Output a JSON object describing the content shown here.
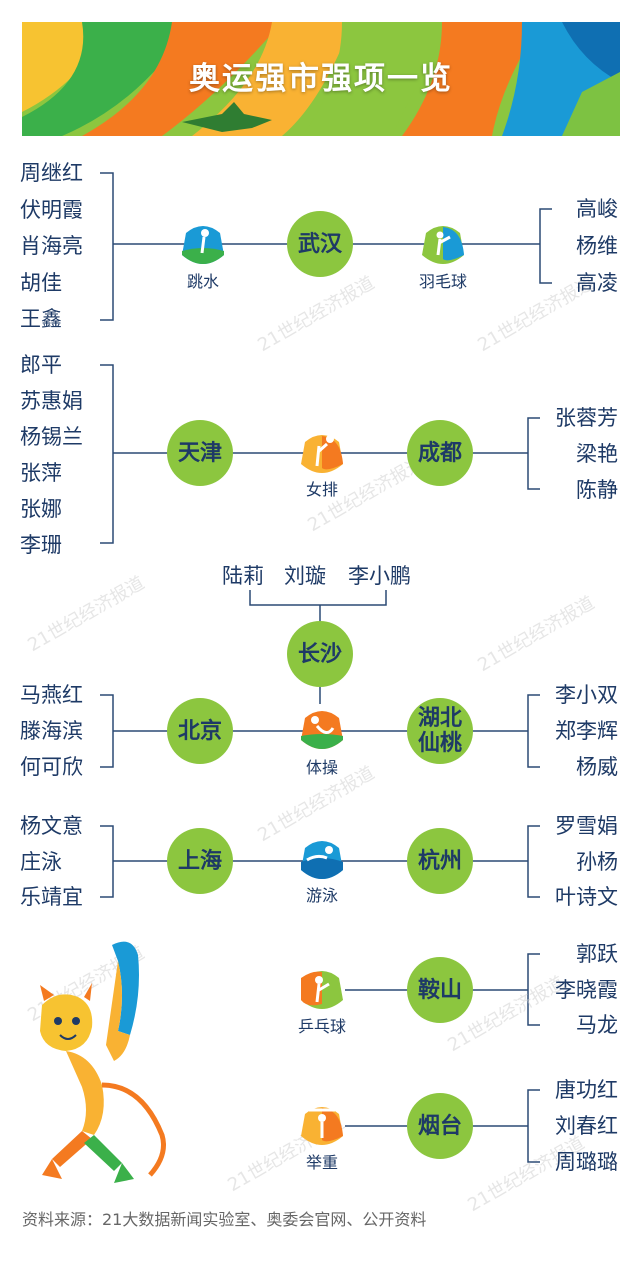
{
  "title": "奥运强市强项一览",
  "watermark": "21世纪经济报道",
  "source": "资料来源：21大数据新闻实验室、奥委会官网、公开资料",
  "groups": {
    "wuhan": {
      "city": "武汉",
      "left": {
        "sport": "跳水",
        "athletes": [
          "周继红",
          "伏明霞",
          "肖海亮",
          "胡佳",
          "王鑫"
        ]
      },
      "right": {
        "sport": "羽毛球",
        "athletes": [
          "高峻",
          "杨维",
          "高凌"
        ]
      }
    },
    "volley": {
      "sport": "女排",
      "left": {
        "city": "天津",
        "athletes": [
          "郎平",
          "苏惠娟",
          "杨锡兰",
          "张萍",
          "张娜",
          "李珊"
        ]
      },
      "right": {
        "city": "成都",
        "athletes": [
          "张蓉芳",
          "梁艳",
          "陈静"
        ]
      }
    },
    "gym": {
      "sport": "体操",
      "top": {
        "city": "长沙",
        "athletes": [
          "陆莉",
          "刘璇",
          "李小鹏"
        ]
      },
      "left": {
        "city": "北京",
        "athletes": [
          "马燕红",
          "滕海滨",
          "何可欣"
        ]
      },
      "right": {
        "city": "湖北\n仙桃",
        "athletes": [
          "李小双",
          "郑李辉",
          "杨威"
        ]
      }
    },
    "swim": {
      "sport": "游泳",
      "left": {
        "city": "上海",
        "athletes": [
          "杨文意",
          "庄泳",
          "乐靖宜"
        ]
      },
      "right": {
        "city": "杭州",
        "athletes": [
          "罗雪娟",
          "孙杨",
          "叶诗文"
        ]
      }
    },
    "pingpong": {
      "sport": "乒乓球",
      "city": "鞍山",
      "athletes": [
        "郭跃",
        "李晓霞",
        "马龙"
      ]
    },
    "weight": {
      "sport": "举重",
      "city": "烟台",
      "athletes": [
        "唐功红",
        "刘春红",
        "周璐璐"
      ]
    }
  },
  "colors": {
    "city_circle": "#8cc63f",
    "text": "#1e3a66",
    "line": "#2b4a75"
  }
}
